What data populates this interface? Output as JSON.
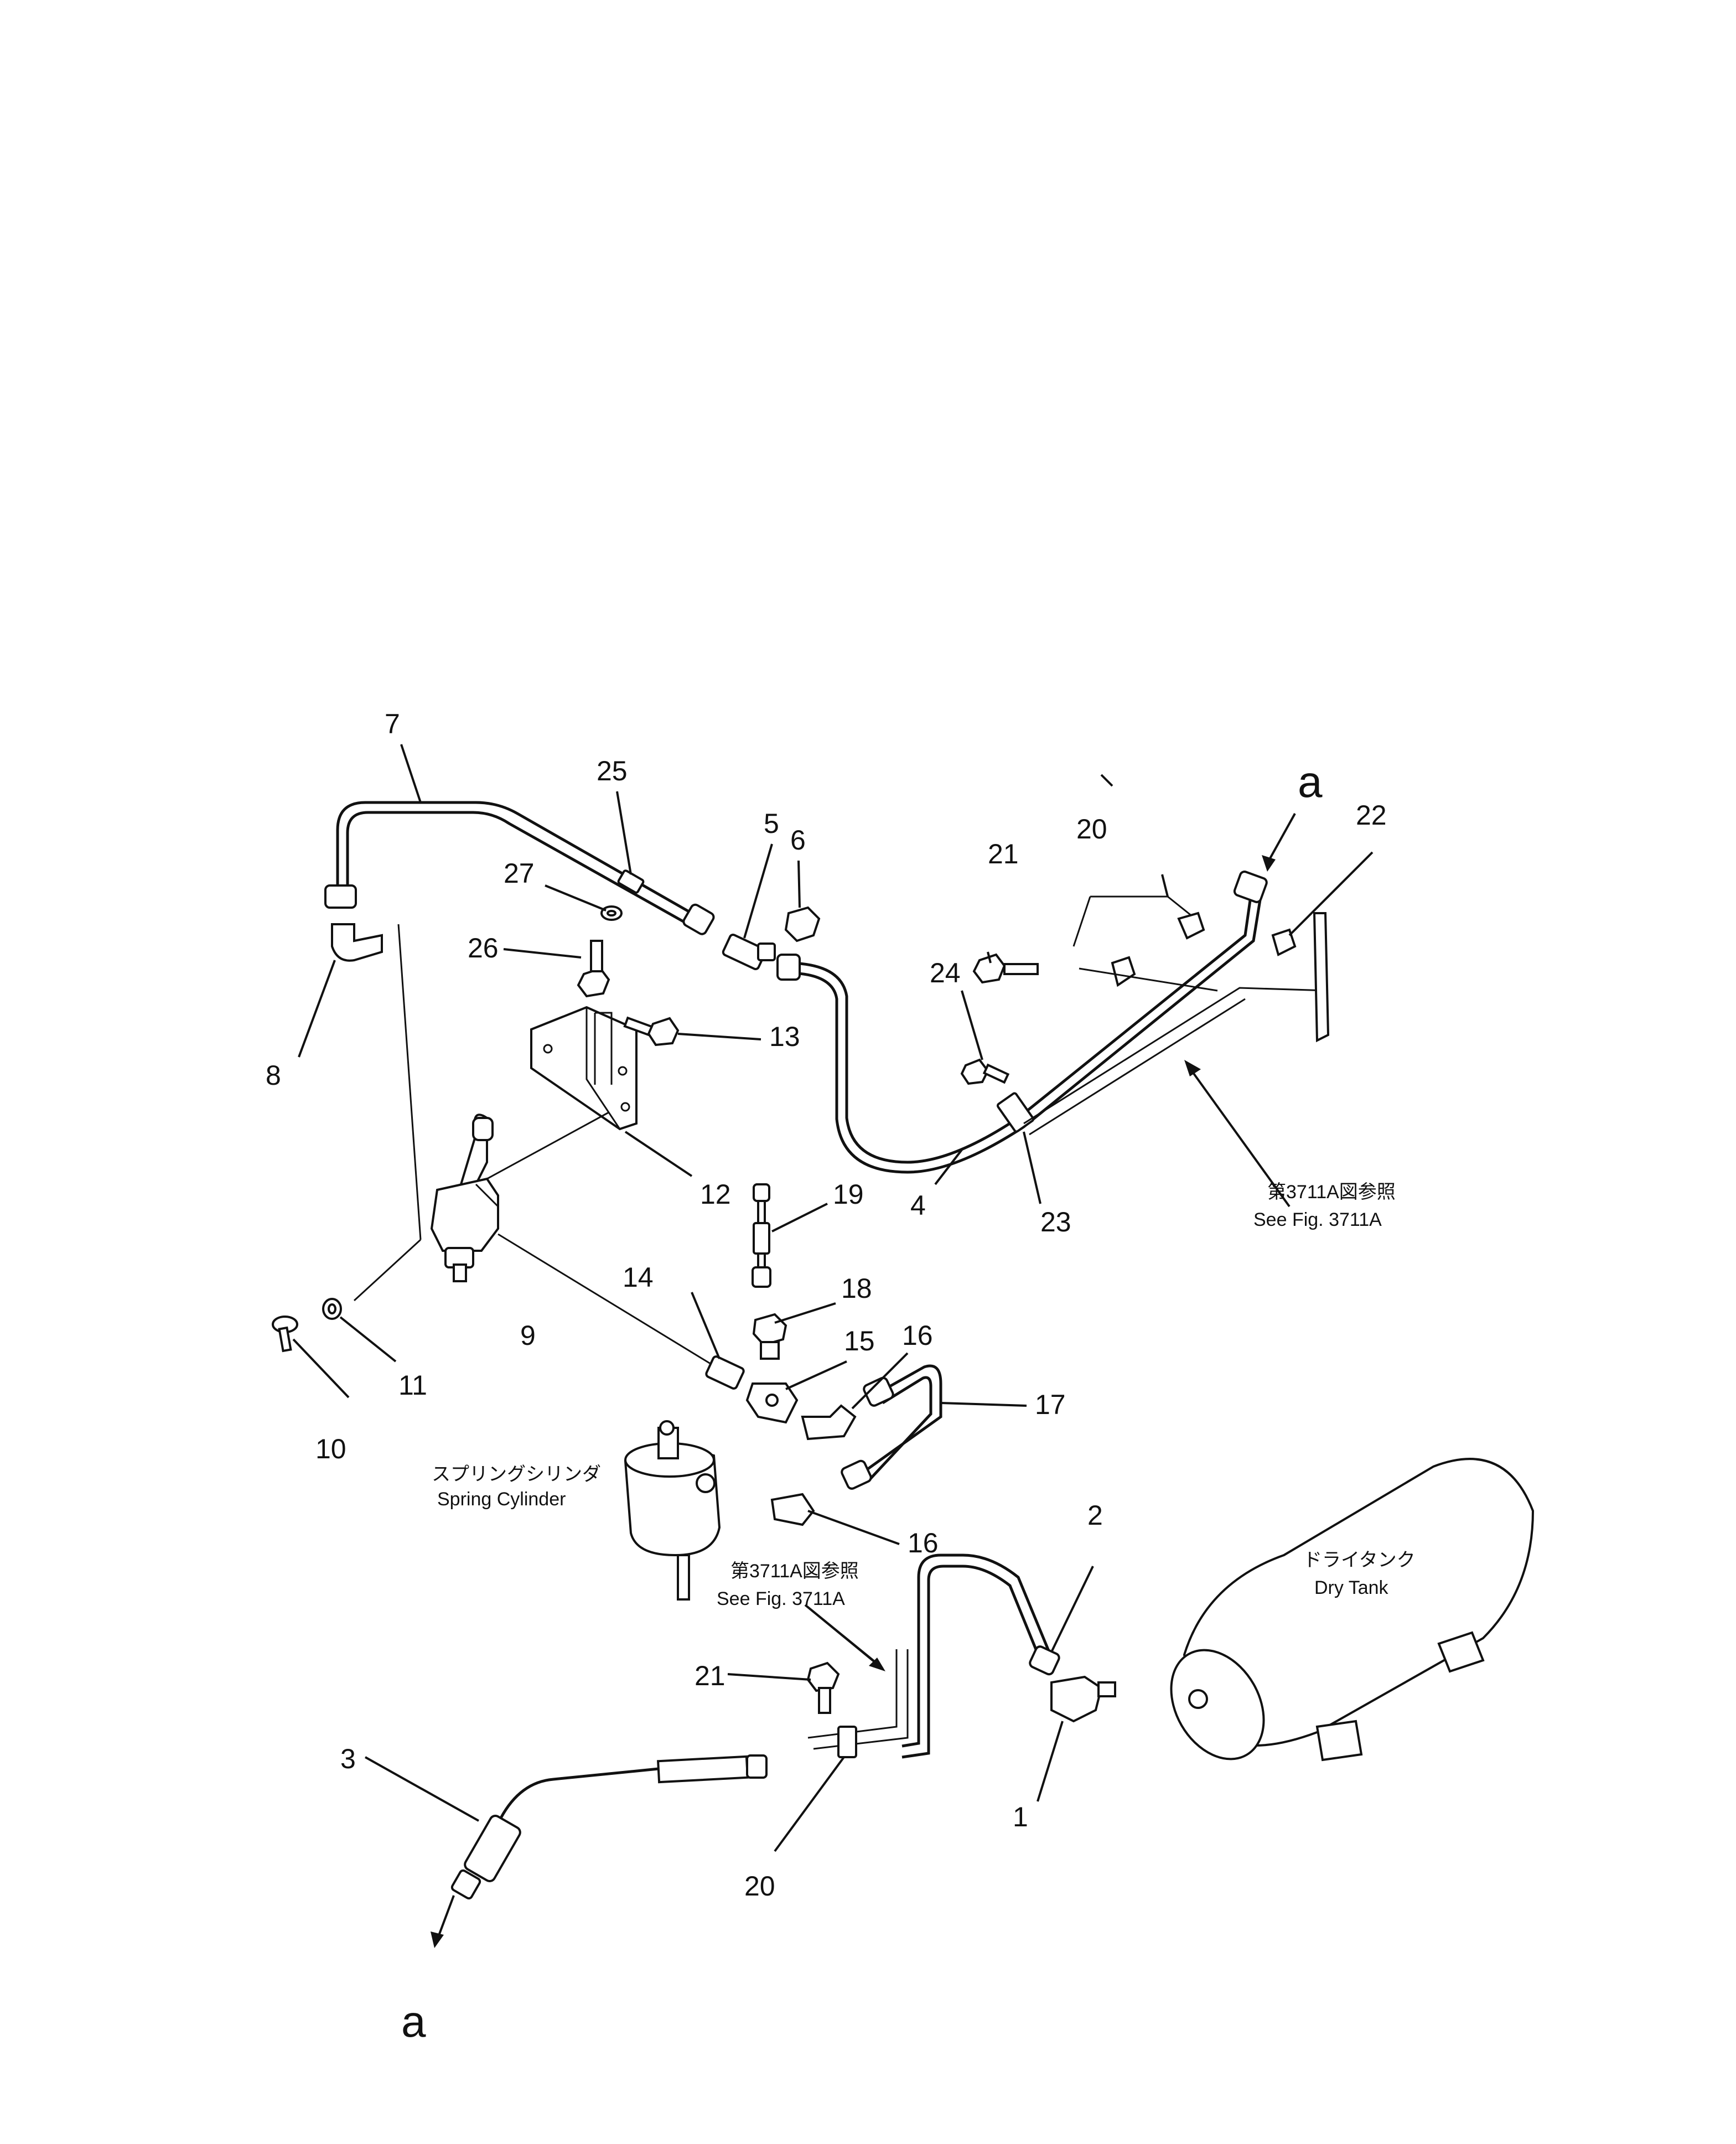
{
  "callouts": [
    "1",
    "2",
    "3",
    "4",
    "5",
    "6",
    "7",
    "8",
    "9",
    "10",
    "11",
    "12",
    "13",
    "14",
    "15",
    "16",
    "17",
    "18",
    "19",
    "20",
    "21",
    "22",
    "23",
    "24",
    "25",
    "26",
    "27"
  ],
  "extra_callouts": {
    "n16b": "16",
    "n20b": "20",
    "n21b": "21"
  },
  "connection_labels": {
    "top": "a",
    "bottom": "a"
  },
  "notes": {
    "ref_upper_jp": "第3711A図参照",
    "ref_upper_en": "See Fig. 3711A",
    "ref_lower_jp": "第3711A図参照",
    "ref_lower_en": "See Fig. 3711A"
  },
  "components": {
    "spring_cylinder_jp": "スプリングシリンダ",
    "spring_cylinder_en": "Spring Cylinder",
    "dry_tank_jp": "ドライタンク",
    "dry_tank_en": "Dry Tank"
  }
}
